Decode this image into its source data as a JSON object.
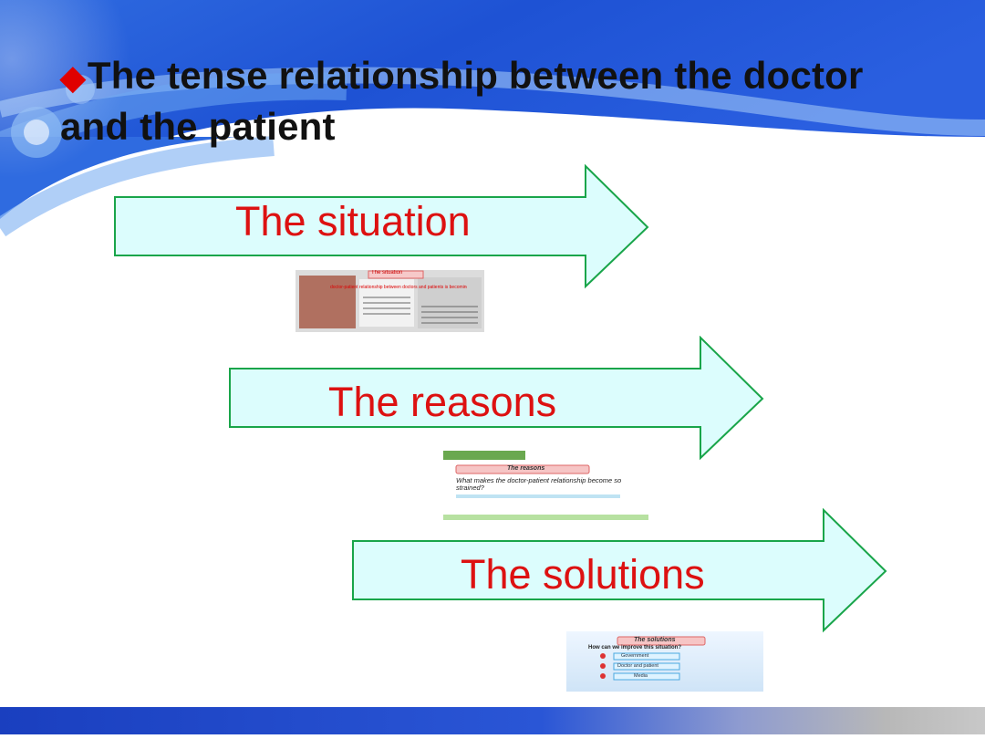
{
  "title": {
    "bullet": "◆",
    "text": "The tense relationship between the doctor and the patient"
  },
  "arrows": [
    {
      "label": "The situation"
    },
    {
      "label": "The reasons"
    },
    {
      "label": "The solutions"
    }
  ],
  "thumbnails": {
    "situation": {
      "header": "The situation",
      "caption": "doctor-patient relationship between doctors and patients is becoming"
    },
    "reasons": {
      "header": "The reasons",
      "question": "What makes the doctor-patient relationship become so strained?"
    },
    "solutions": {
      "header": "The solutions",
      "question": "How can we improve this situation?",
      "items": [
        "Government",
        "Doctor and patient",
        "Media"
      ]
    }
  },
  "colors": {
    "arrow_fill": "#dcfdfd",
    "arrow_stroke": "#19a54a",
    "label": "#dd1111",
    "bullet": "#e00000"
  }
}
